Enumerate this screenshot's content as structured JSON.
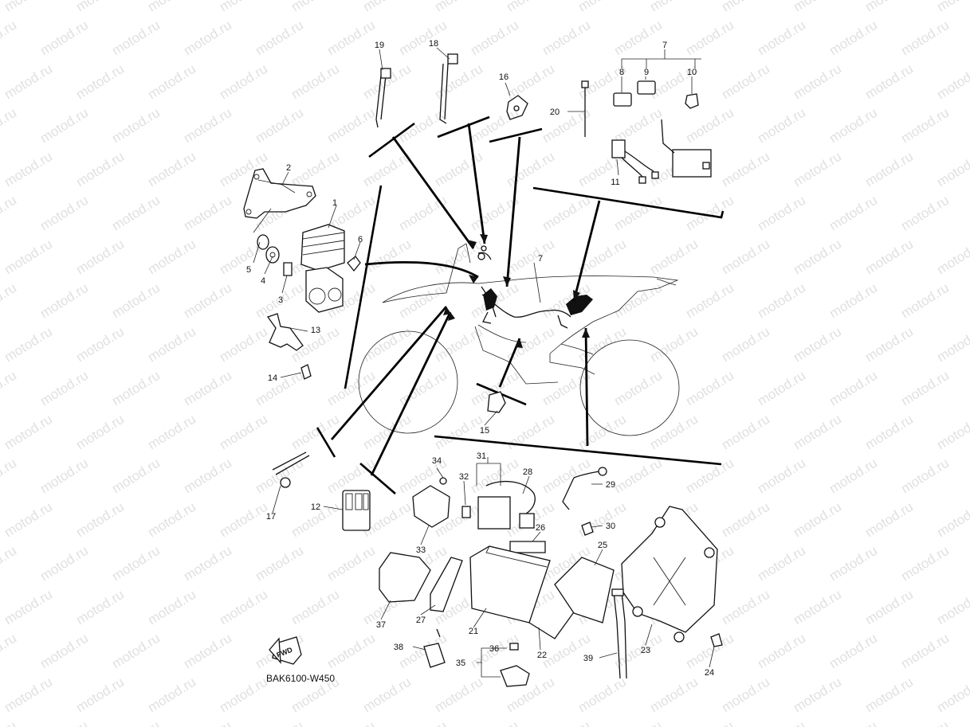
{
  "diagram_code": "BAK6100-W450",
  "fwd_label": "FWD",
  "watermark": "motod.ru",
  "labels": {
    "p1": "1",
    "p2": "2",
    "p3": "3",
    "p4": "4",
    "p5": "5",
    "p6": "6",
    "p7": "7",
    "p7b": "7",
    "p8": "8",
    "p9": "9",
    "p10": "10",
    "p11": "11",
    "p12": "12",
    "p13": "13",
    "p14": "14",
    "p15": "15",
    "p16": "16",
    "p17": "17",
    "p18": "18",
    "p19": "19",
    "p20": "20",
    "p21": "21",
    "p22": "22",
    "p23": "23",
    "p24": "24",
    "p25": "25",
    "p26": "26",
    "p27": "27",
    "p28": "28",
    "p29": "29",
    "p30": "30",
    "p31": "31",
    "p32": "32",
    "p33": "33",
    "p34": "34",
    "p35": "35",
    "p36": "36",
    "p37": "37",
    "p38": "38",
    "p39": "39"
  }
}
